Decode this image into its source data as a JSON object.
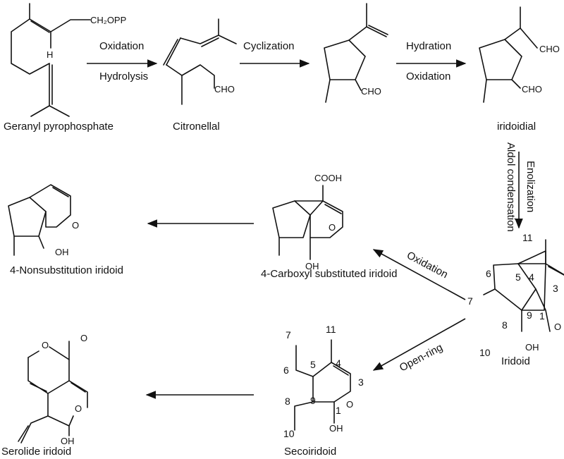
{
  "compounds": {
    "geranyl": {
      "name": "Geranyl pyrophosphate",
      "group1": "CH₂OPP",
      "h": "H"
    },
    "citronellal": {
      "name": "Citronellal",
      "cho": "CHO"
    },
    "cyclized": {
      "cho": "CHO"
    },
    "iridoidial": {
      "name": "iridoidial",
      "cho1": "CHO",
      "cho2": "CHO"
    },
    "iridoid": {
      "name": "Iridoid",
      "o": "O",
      "oh": "OH",
      "n1": "1",
      "n3": "3",
      "n4": "4",
      "n5": "5",
      "n6": "6",
      "n7": "7",
      "n8": "8",
      "n9": "9",
      "n10": "10",
      "n11": "11"
    },
    "carboxyl": {
      "name": "4-Carboxyl substituted iridoid",
      "cooh": "COOH",
      "o": "O",
      "oh": "OH"
    },
    "nonsub": {
      "name": "4-Nonsubstitution iridoid",
      "o": "O",
      "oh": "OH"
    },
    "secoiridoid": {
      "name": "Secoiridoid",
      "o": "O",
      "oh": "OH",
      "n1": "1",
      "n3": "3",
      "n4": "4",
      "n5": "5",
      "n6": "6",
      "n7": "7",
      "n8": "8",
      "n9": "9",
      "n10": "10",
      "n11": "11"
    },
    "serolide": {
      "name": "Serolide iridoid",
      "o_ring": "O",
      "o_carbonyl": "O",
      "oh": "OH"
    }
  },
  "reactions": {
    "r1_top": "Oxidation",
    "r1_bottom": "Hydrolysis",
    "r2": "Cyclization",
    "r3_top": "Hydration",
    "r3_bottom": "Oxidation",
    "r4_left": "Aldol condensation",
    "r4_right": "Enolization",
    "r5": "Oxidation",
    "r6": "Open-ring"
  }
}
